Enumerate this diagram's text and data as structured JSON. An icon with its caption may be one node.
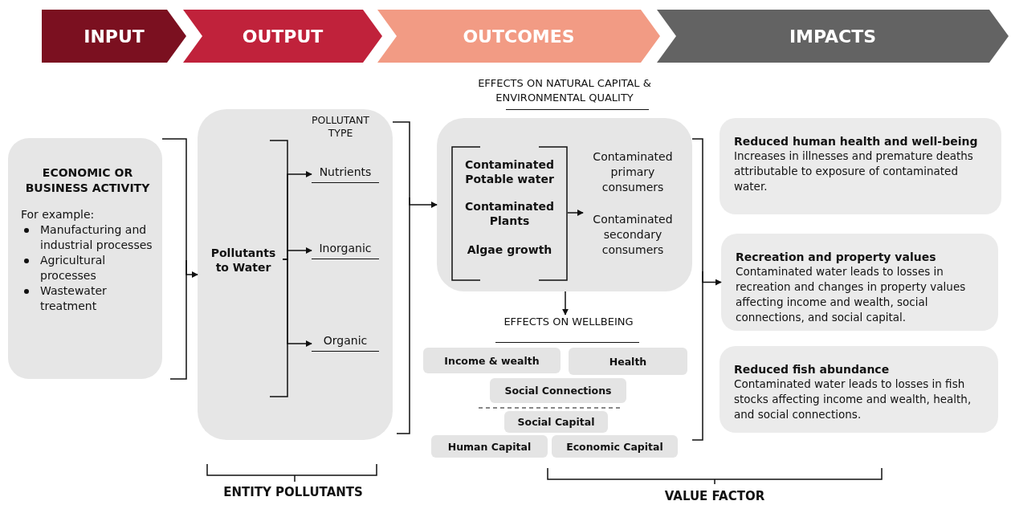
{
  "diagram": {
    "nodes": [
      {
        "text": [
          "INPUT"
        ]
      },
      {
        "text": [
          "OUTPUT"
        ]
      },
      {
        "text": [
          "OUTCOMES"
        ]
      },
      {
        "text": [
          "IMPACTS"
        ]
      },
      {
        "text": [
          "ECONOMIC OR BUSINESS ACTIVITY",
          "For example:",
          "Manufacturing and industrial processes",
          "Agricultural processes",
          "Wastewater treatment"
        ]
      },
      {
        "text": [
          "POLLUTANT TYPE"
        ]
      },
      {
        "text": [
          "Pollutants to Water"
        ],
        "in": 5
      },
      {
        "text": [
          "Nutrients"
        ],
        "in": 5
      },
      {
        "text": [
          "Inorganic"
        ],
        "in": 5
      },
      {
        "text": [
          "Organic"
        ],
        "in": 5
      },
      {
        "text": [
          "EFFECTS ON NATURAL CAPITAL & ENVIRONMENTAL QUALITY"
        ]
      },
      {
        "text": [
          "Contaminated Potable water",
          "Contaminated Plants",
          "Algae growth"
        ],
        "in": 10
      },
      {
        "text": [
          "Contaminated primary consumers",
          "Contaminated secondary consumers"
        ],
        "in": 10
      },
      {
        "text": [
          "EFFECTS ON WELLBEING"
        ]
      },
      {
        "text": [
          "Income & wealth"
        ]
      },
      {
        "text": [
          "Health"
        ]
      },
      {
        "text": [
          "Social Connections"
        ]
      },
      {
        "text": [
          "Social Capital"
        ]
      },
      {
        "text": [
          "Human Capital"
        ]
      },
      {
        "text": [
          "Economic Capital"
        ]
      },
      {
        "text": [
          "Reduced human health and well-being",
          "Increases in illnesses and premature deaths attributable to exposure of contaminated water."
        ]
      },
      {
        "text": [
          "Recreation and property values",
          "Contaminated water leads to losses in recreation and changes in property values affecting income and wealth, social connections, and social capital."
        ]
      },
      {
        "text": [
          "Reduced fish abundance",
          "Contaminated water leads to losses in fish stocks affecting income and wealth, health, and social connections."
        ]
      }
    ],
    "edges": [
      {
        "from": 4,
        "to": 5,
        "arrow": "to"
      },
      {
        "from": 6,
        "to": 7,
        "arrow": "to"
      },
      {
        "from": 6,
        "to": 8,
        "arrow": "to"
      },
      {
        "from": 6,
        "to": 9,
        "arrow": "to"
      },
      {
        "from": 5,
        "to": 10,
        "arrow": "to"
      },
      {
        "from": 11,
        "to": 12,
        "arrow": "to"
      },
      {
        "from": 10,
        "to": 13,
        "arrow": "to"
      },
      {
        "from": 10,
        "to": 21,
        "arrow": "to"
      }
    ],
    "labels": [
      "ENTITY POLLUTANTS",
      "VALUE FACTOR"
    ]
  }
}
